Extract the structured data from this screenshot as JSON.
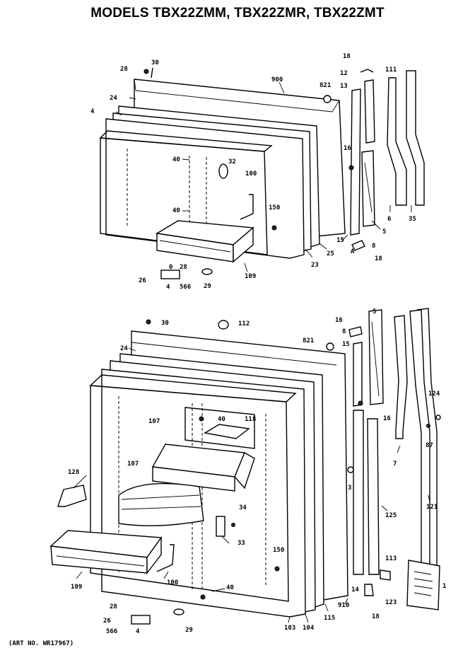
{
  "title": "MODELS TBX22ZMM, TBX22ZMR, TBX22ZMT",
  "art_no": "(ART NO. WR17967)",
  "top_labels": {
    "l28a": "28",
    "l30a": "30",
    "l900": "900",
    "l821a": "821",
    "l18a": "18",
    "l12": "12",
    "l111": "111",
    "l13": "13",
    "l24a": "24",
    "l4": "4",
    "l40a": "40",
    "l32": "32",
    "l16a": "16",
    "l100a": "100",
    "l40b": "40",
    "l150a": "150",
    "l6": "6",
    "l35": "35",
    "l5a": "5",
    "l15a": "15",
    "l8a": "8",
    "la": "A",
    "l18b": "18",
    "l25": "25",
    "l23": "23",
    "l109a": "109",
    "l0": "0",
    "l28b": "28",
    "l26a": "26",
    "l4b": "4",
    "l566a": "566",
    "l29a": "29"
  },
  "bottom_labels": {
    "l30b": "30",
    "l112": "112",
    "l16b": "16",
    "l5b": "5",
    "l8b": "8",
    "l821b": "821",
    "l15b": "15",
    "l24b": "24",
    "l40c": "40",
    "l118": "118",
    "l107a": "107",
    "l16c": "16",
    "l124": "124",
    "l128": "128",
    "l107b": "107",
    "l3": "3",
    "l87": "87",
    "l7": "7",
    "l34": "34",
    "l125": "125",
    "l121": "121",
    "l33": "33",
    "l150b": "150",
    "l113": "113",
    "l1": "1",
    "l109b": "109",
    "l100b": "100",
    "l40d": "40",
    "l14": "14",
    "l123": "123",
    "l910": "910",
    "l28c": "28",
    "l26b": "26",
    "l4c": "4",
    "l566b": "566",
    "l29b": "29",
    "l103": "103",
    "l104": "104",
    "l115": "115",
    "l18c": "18"
  }
}
